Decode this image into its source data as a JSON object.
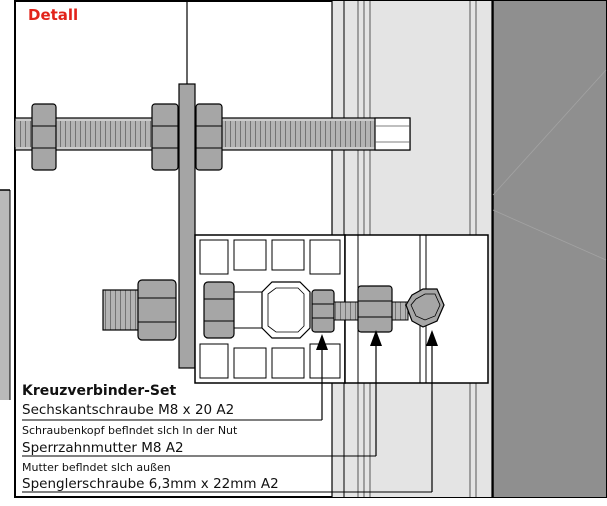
{
  "title": "Detall",
  "legend": {
    "heading": "Kreuzverbinder-Set",
    "item1": "Sechskantschraube M8 x 20 A2",
    "note1": "Schraubenkopf beflndet slch ln der Nut",
    "item2": "Sperrzahnmutter M8 A2",
    "note2": "Mutter beflndet slch außen",
    "item3": "Spenglerschraube 6,3mm x 22mm A2"
  },
  "colors": {
    "frame": "#000000",
    "steel": "#a6a6a6",
    "steel_dark": "#8a8a8a",
    "profile": "#ffffff",
    "panel": "#e0e0e0",
    "wall": "#8c8c8c",
    "title": "#e2231a"
  }
}
